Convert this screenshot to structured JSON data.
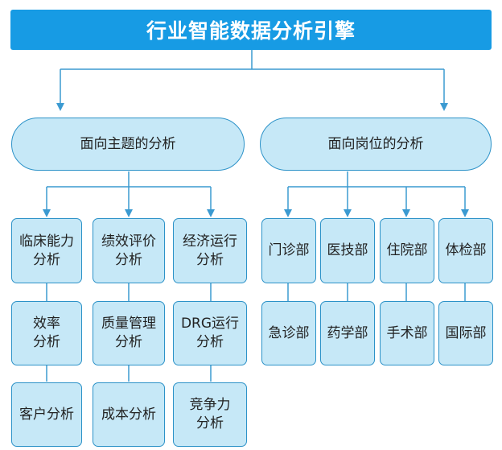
{
  "title": "行业智能数据分析引擎",
  "branches": [
    {
      "label": "面向主题的分析",
      "columns": [
        [
          "临床能力\n分析",
          "效率\n分析",
          "客户分析"
        ],
        [
          "绩效评价\n分析",
          "质量管理\n分析",
          "成本分析"
        ],
        [
          "经济运行\n分析",
          "DRG运行\n分析",
          "竞争力\n分析"
        ]
      ]
    },
    {
      "label": "面向岗位的分析",
      "columns": [
        [
          "门诊部",
          "急诊部"
        ],
        [
          "医技部",
          "药学部"
        ],
        [
          "住院部",
          "手术部"
        ],
        [
          "体检部",
          "国际部"
        ]
      ]
    }
  ],
  "colors": {
    "title_bg": "#179be4",
    "box_fill": "#c6e8f7",
    "box_border": "#2c92c8",
    "connector": "#3b9ad1"
  }
}
